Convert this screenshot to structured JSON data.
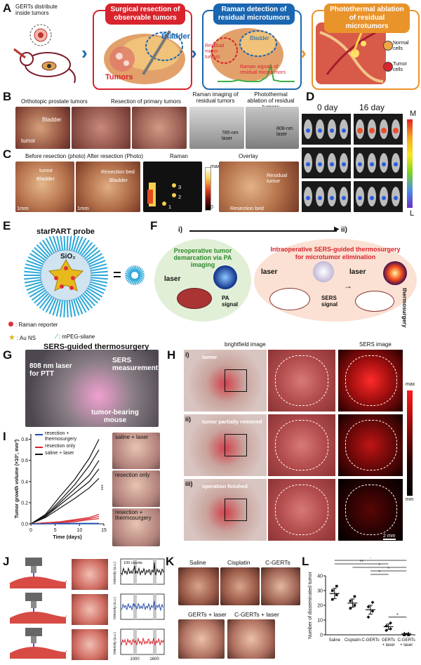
{
  "panels": [
    "A",
    "B",
    "C",
    "D",
    "E",
    "F",
    "G",
    "H",
    "I",
    "J",
    "K",
    "L"
  ],
  "A": {
    "mouse_caption": "GERTs distribute inside tumors",
    "step1_title": "Surgical resection of observable tumors",
    "step1_labels": {
      "bladder": "Bladder",
      "tumors": "Tumors"
    },
    "step2_title": "Raman detection of residual microtumors",
    "step2_labels": {
      "bladder": "Bladder",
      "residual": "Residual micro-tumors",
      "signal": "Raman signals of residual microtumors"
    },
    "step3_title": "Photothermal ablation of residual microtumors",
    "legend": [
      {
        "label": "Normal cells",
        "color": "#f2a640"
      },
      {
        "label": "Tumor cells",
        "color": "#d8242c"
      }
    ],
    "colors": {
      "red": "#d8242c",
      "blue": "#1b66b0",
      "orange": "#e9932b"
    }
  },
  "B": {
    "captions": [
      "Orthotopic prostate tumors",
      "Resection of primary tumors",
      "Raman imaging of residual tumors",
      "Photothermal ablation of residual tumors"
    ],
    "labels": {
      "bladder": "Bladder",
      "tumor": "tumor",
      "laser785": "785-nm laser",
      "laser808": "808-nm laser"
    }
  },
  "C": {
    "captions": [
      "Before resection (photo)",
      "After resection (Photo)",
      "Raman",
      "Overlay"
    ],
    "labels": {
      "tumor": "tumor",
      "bladder": "Bladder",
      "bed": "Resection bed",
      "bladder2": "Bladder",
      "residual": "Residual tumor",
      "bed2": "Resection bed"
    },
    "scale": "1mm",
    "colorbar": {
      "max": "max",
      "min": "0"
    },
    "spots": [
      "3",
      "2",
      "1"
    ]
  },
  "D": {
    "headers": [
      "0 day",
      "16 day"
    ],
    "colorbar": {
      "max": "M",
      "min": "L"
    }
  },
  "E": {
    "title": "starPART probe",
    "core": "SiO₂",
    "legend": [
      ": Raman reporter",
      ": Au NS",
      ": mPEG-silane"
    ]
  },
  "F": {
    "stage_i": "i)",
    "stage_ii": "ii)",
    "left_title": "Preoperative tumor demarcation via PA imaging",
    "left_laser": "laser",
    "left_signal": "PA signal",
    "right_title_1": "Intraoperative SERS-guided thermosurgery",
    "right_title_2": "for microtumor elimination",
    "right_laser1": "laser",
    "right_laser2": "laser",
    "right_signal": "SERS signal",
    "right_result": "thermosurgery"
  },
  "G": {
    "title": "SERS-guided thermosurgery",
    "laser": "808 nm laser for PTT",
    "measure": "SERS measurement",
    "mouse": "tumor-bearing mouse"
  },
  "H": {
    "headers": [
      "brightfield image",
      "SERS image"
    ],
    "rows": [
      "i)",
      "ii)",
      "iii)"
    ],
    "row_labels": [
      "tumor",
      "tumor partially removed",
      "operation finished"
    ],
    "colorbar": {
      "max": "max",
      "min": "min"
    },
    "scale": "2 mm"
  },
  "I": {
    "legend": [
      "resection + thermosurgery",
      "resection only",
      "saline + laser"
    ],
    "photo_labels": [
      "saline + laser",
      "resection only",
      "resection + thermosurgery"
    ],
    "sig": "***",
    "chart_data": {
      "type": "line",
      "xlabel": "Time (days)",
      "ylabel": "Tumor growth volume (×10³, mm³)",
      "xlim": [
        0,
        15
      ],
      "ylim": [
        0,
        0.85
      ],
      "xticks": [
        0,
        5,
        10,
        15
      ],
      "yticks": [
        0.0,
        0.2,
        0.4,
        0.6,
        0.8
      ],
      "series": [
        {
          "name": "saline + laser",
          "color": "#111111",
          "lines": [
            [
              [
                0,
                0.0
              ],
              [
                3,
                0.07
              ],
              [
                6,
                0.2
              ],
              [
                9,
                0.33
              ],
              [
                12,
                0.46
              ],
              [
                14,
                0.6
              ]
            ],
            [
              [
                0,
                0.0
              ],
              [
                3,
                0.09
              ],
              [
                6,
                0.26
              ],
              [
                9,
                0.42
              ],
              [
                12,
                0.62
              ],
              [
                14,
                0.8
              ]
            ],
            [
              [
                0,
                0.0
              ],
              [
                3,
                0.06
              ],
              [
                6,
                0.15
              ],
              [
                9,
                0.24
              ],
              [
                12,
                0.34
              ],
              [
                14,
                0.43
              ]
            ],
            [
              [
                0,
                0.0
              ],
              [
                3,
                0.07
              ],
              [
                6,
                0.18
              ],
              [
                9,
                0.29
              ],
              [
                12,
                0.4
              ],
              [
                14,
                0.52
              ]
            ],
            [
              [
                0,
                0.0
              ],
              [
                3,
                0.08
              ],
              [
                6,
                0.22
              ],
              [
                9,
                0.37
              ],
              [
                12,
                0.55
              ],
              [
                14,
                0.7
              ]
            ]
          ]
        },
        {
          "name": "resection only",
          "color": "#d8242c",
          "lines": [
            [
              [
                0,
                0.0
              ],
              [
                3,
                0.01
              ],
              [
                6,
                0.02
              ],
              [
                9,
                0.04
              ],
              [
                12,
                0.06
              ],
              [
                14,
                0.09
              ]
            ],
            [
              [
                0,
                0.0
              ],
              [
                3,
                0.01
              ],
              [
                6,
                0.02
              ],
              [
                9,
                0.03
              ],
              [
                12,
                0.05
              ],
              [
                14,
                0.07
              ]
            ],
            [
              [
                0,
                0.0
              ],
              [
                3,
                0.0
              ],
              [
                6,
                0.01
              ],
              [
                9,
                0.02
              ],
              [
                12,
                0.04
              ],
              [
                14,
                0.05
              ]
            ]
          ]
        },
        {
          "name": "resection + thermosurgery",
          "color": "#1b4fb0",
          "lines": [
            [
              [
                0,
                0.0
              ],
              [
                3,
                0.0
              ],
              [
                6,
                0.0
              ],
              [
                9,
                0.0
              ],
              [
                12,
                0.0
              ],
              [
                14,
                0.0
              ]
            ],
            [
              [
                0,
                0.0
              ],
              [
                3,
                0.0
              ],
              [
                6,
                0.005
              ],
              [
                9,
                0.005
              ],
              [
                12,
                0.005
              ],
              [
                14,
                0.005
              ]
            ]
          ]
        }
      ]
    }
  },
  "J": {
    "scale": "100 counts",
    "ylabel": "Intensity (a.u.)",
    "xticks": [
      "1000",
      "1600"
    ],
    "colors": [
      "#111111",
      "#2a4fa8",
      "#d8242c"
    ]
  },
  "K": {
    "labels": [
      "Saline",
      "Cisplatin",
      "C-GERTs",
      "GERTs + laser",
      "C-GERTs + laser"
    ]
  },
  "L": {
    "sig": [
      "*",
      "**",
      "*",
      "*",
      "*",
      "*"
    ],
    "chart_data": {
      "type": "scatter",
      "ylabel": "Number of disseminated tumor",
      "categories": [
        "Saline",
        "Cisplatin",
        "C-GERTs",
        "GERTs + laser",
        "C-GERTs + laser"
      ],
      "ylim": [
        0,
        40
      ],
      "yticks": [
        0,
        10,
        20,
        30,
        40
      ],
      "means": [
        28,
        21.5,
        17,
        5.5,
        0.6
      ],
      "errors": [
        3.5,
        2.8,
        3.0,
        1.8,
        0.4
      ],
      "points": [
        [
          24,
          27,
          30,
          33
        ],
        [
          18,
          20,
          23,
          26
        ],
        [
          12,
          16,
          19,
          22
        ],
        [
          3,
          4,
          6,
          8
        ],
        [
          0,
          0,
          1,
          1
        ]
      ],
      "markers": [
        "square",
        "square",
        "diamond",
        "diamond",
        "triangle"
      ]
    }
  }
}
